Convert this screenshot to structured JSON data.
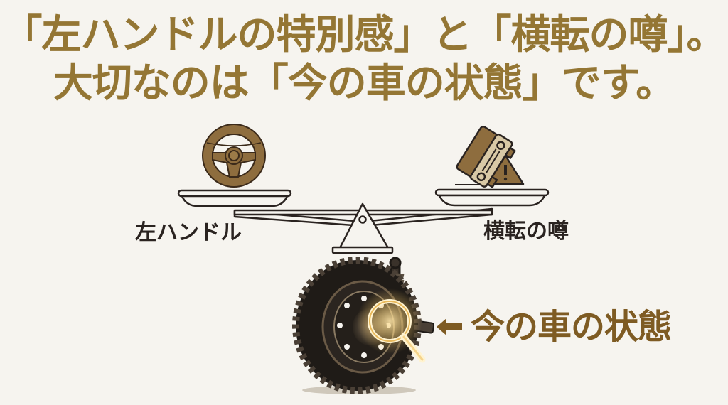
{
  "headline": {
    "line1": "「左ハンドルの特別感」と「横転の噂」。",
    "line2": "大切なのは「今の車の状態」です。"
  },
  "scale": {
    "left_pan": {
      "icon": "steering-wheel-icon",
      "label": "左ハンドル"
    },
    "right_pan": {
      "icon": "overturned-car-warning-icon",
      "label": "横転の噂"
    }
  },
  "focus": {
    "illustration": "tire-suspension-magnifier-icon",
    "arrow": "left-arrow-icon",
    "label": "今の車の状態"
  },
  "colors": {
    "background": "#f6f4ef",
    "headline": "#947634",
    "accent_dark": "#7e5b23",
    "icon_fill": "#8e6d3e",
    "line": "#2a2320"
  }
}
